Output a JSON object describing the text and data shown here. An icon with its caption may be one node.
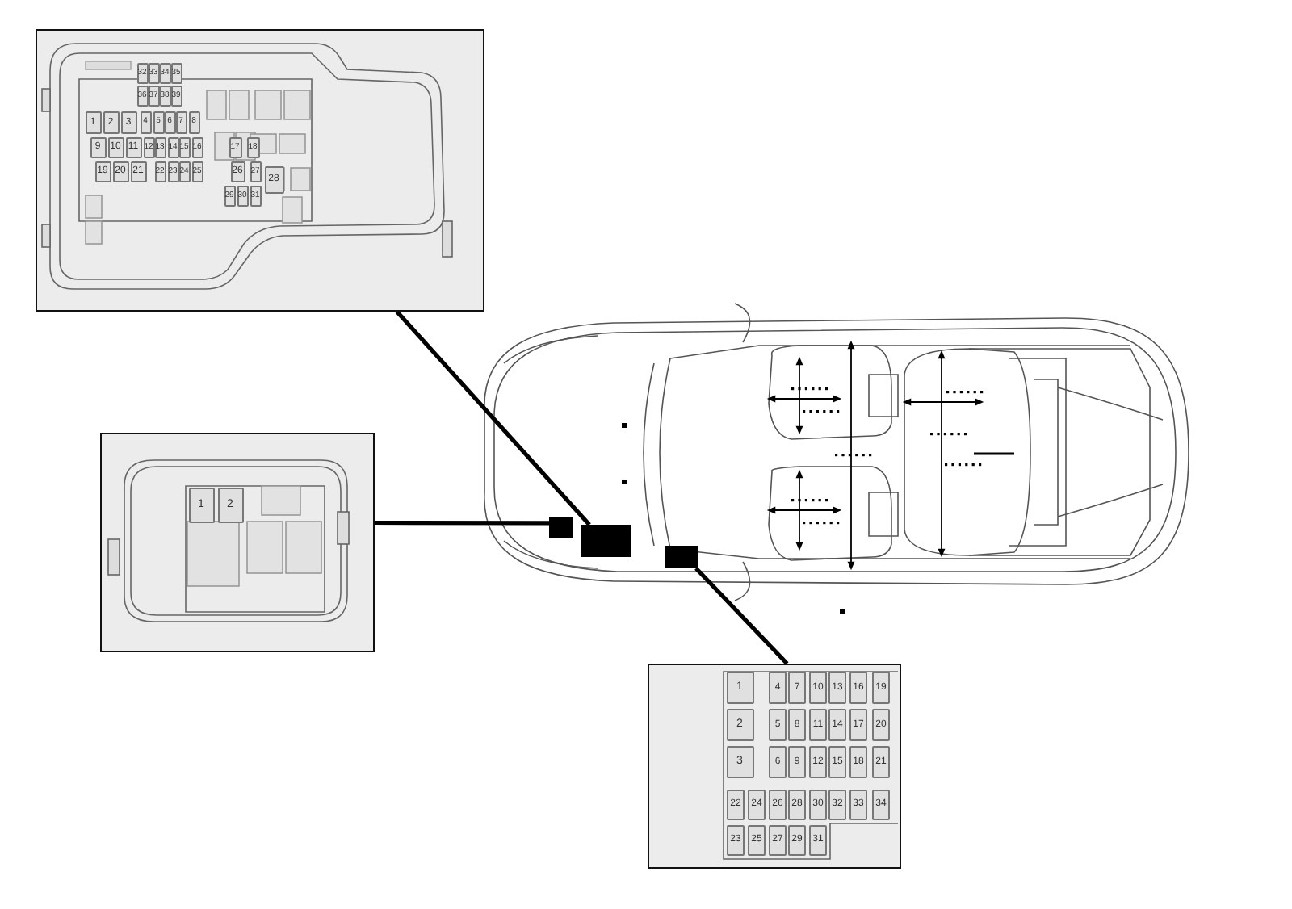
{
  "diagram": {
    "nodes": [
      {
        "text": [],
        "shape": "picture"
      },
      {
        "text": [
          "1"
        ],
        "in": 0
      },
      {
        "text": [
          "2"
        ],
        "in": 0
      },
      {
        "text": [
          "3"
        ],
        "in": 0
      },
      {
        "text": [
          "4"
        ],
        "in": 0
      },
      {
        "text": [
          "5"
        ],
        "in": 0
      },
      {
        "text": [
          "6"
        ],
        "in": 0
      },
      {
        "text": [
          "7"
        ],
        "in": 0
      },
      {
        "text": [
          "8"
        ],
        "in": 0
      },
      {
        "text": [
          "9"
        ],
        "in": 0
      },
      {
        "text": [
          "10"
        ],
        "in": 0
      },
      {
        "text": [
          "11"
        ],
        "in": 0
      },
      {
        "text": [
          "12"
        ],
        "in": 0
      },
      {
        "text": [
          "13"
        ],
        "in": 0
      },
      {
        "text": [
          "14"
        ],
        "in": 0
      },
      {
        "text": [
          "15"
        ],
        "in": 0
      },
      {
        "text": [
          "16"
        ],
        "in": 0
      },
      {
        "text": [
          "17"
        ],
        "in": 0
      },
      {
        "text": [
          "18"
        ],
        "in": 0
      },
      {
        "text": [
          "19"
        ],
        "in": 0
      },
      {
        "text": [
          "20"
        ],
        "in": 0
      },
      {
        "text": [
          "21"
        ],
        "in": 0
      },
      {
        "text": [
          "22"
        ],
        "in": 0
      },
      {
        "text": [
          "23"
        ],
        "in": 0
      },
      {
        "text": [
          "24"
        ],
        "in": 0
      },
      {
        "text": [
          "25"
        ],
        "in": 0
      },
      {
        "text": [
          "26"
        ],
        "in": 0
      },
      {
        "text": [
          "27"
        ],
        "in": 0
      },
      {
        "text": [
          "28"
        ],
        "in": 0
      },
      {
        "text": [
          "29"
        ],
        "in": 0
      },
      {
        "text": [
          "30"
        ],
        "in": 0
      },
      {
        "text": [
          "31"
        ],
        "in": 0
      },
      {
        "text": [
          "32"
        ],
        "in": 0
      },
      {
        "text": [
          "33"
        ],
        "in": 0
      },
      {
        "text": [
          "34"
        ],
        "in": 0
      },
      {
        "text": [
          "35"
        ],
        "in": 0
      },
      {
        "text": [
          "36"
        ],
        "in": 0
      },
      {
        "text": [
          "37"
        ],
        "in": 0
      },
      {
        "text": [
          "38"
        ],
        "in": 0
      },
      {
        "text": [
          "39"
        ],
        "in": 0
      },
      {
        "text": [],
        "shape": "picture"
      },
      {
        "text": [
          "1"
        ],
        "in": 40
      },
      {
        "text": [
          "2"
        ],
        "in": 40
      },
      {
        "text": [],
        "shape": "picture"
      },
      {
        "text": [
          "1"
        ],
        "in": 43
      },
      {
        "text": [
          "2"
        ],
        "in": 43
      },
      {
        "text": [
          "3"
        ],
        "in": 43
      },
      {
        "text": [
          "4"
        ],
        "in": 43
      },
      {
        "text": [
          "5"
        ],
        "in": 43
      },
      {
        "text": [
          "6"
        ],
        "in": 43
      },
      {
        "text": [
          "7"
        ],
        "in": 43
      },
      {
        "text": [
          "8"
        ],
        "in": 43
      },
      {
        "text": [
          "9"
        ],
        "in": 43
      },
      {
        "text": [
          "10"
        ],
        "in": 43
      },
      {
        "text": [
          "11"
        ],
        "in": 43
      },
      {
        "text": [
          "12"
        ],
        "in": 43
      },
      {
        "text": [
          "13"
        ],
        "in": 43
      },
      {
        "text": [
          "14"
        ],
        "in": 43
      },
      {
        "text": [
          "15"
        ],
        "in": 43
      },
      {
        "text": [
          "16"
        ],
        "in": 43
      },
      {
        "text": [
          "17"
        ],
        "in": 43
      },
      {
        "text": [
          "18"
        ],
        "in": 43
      },
      {
        "text": [
          "19"
        ],
        "in": 43
      },
      {
        "text": [
          "20"
        ],
        "in": 43
      },
      {
        "text": [
          "21"
        ],
        "in": 43
      },
      {
        "text": [
          "22"
        ],
        "in": 43
      },
      {
        "text": [
          "23"
        ],
        "in": 43
      },
      {
        "text": [
          "24"
        ],
        "in": 43
      },
      {
        "text": [
          "25"
        ],
        "in": 43
      },
      {
        "text": [
          "26"
        ],
        "in": 43
      },
      {
        "text": [
          "27"
        ],
        "in": 43
      },
      {
        "text": [
          "28"
        ],
        "in": 43
      },
      {
        "text": [
          "29"
        ],
        "in": 43
      },
      {
        "text": [
          "30"
        ],
        "in": 43
      },
      {
        "text": [
          "31"
        ],
        "in": 43
      },
      {
        "text": [
          "32"
        ],
        "in": 43
      },
      {
        "text": [
          "33"
        ],
        "in": 43
      },
      {
        "text": [
          "34"
        ],
        "in": 43
      },
      {
        "text": [],
        "shape": "box"
      },
      {
        "text": [],
        "shape": "box"
      },
      {
        "text": [],
        "shape": "box"
      }
    ],
    "edges": [
      {
        "from": 0,
        "to": 79,
        "arrow": "none"
      },
      {
        "from": 40,
        "to": 78,
        "arrow": "none"
      },
      {
        "from": 43,
        "to": 80,
        "arrow": "none"
      }
    ]
  }
}
